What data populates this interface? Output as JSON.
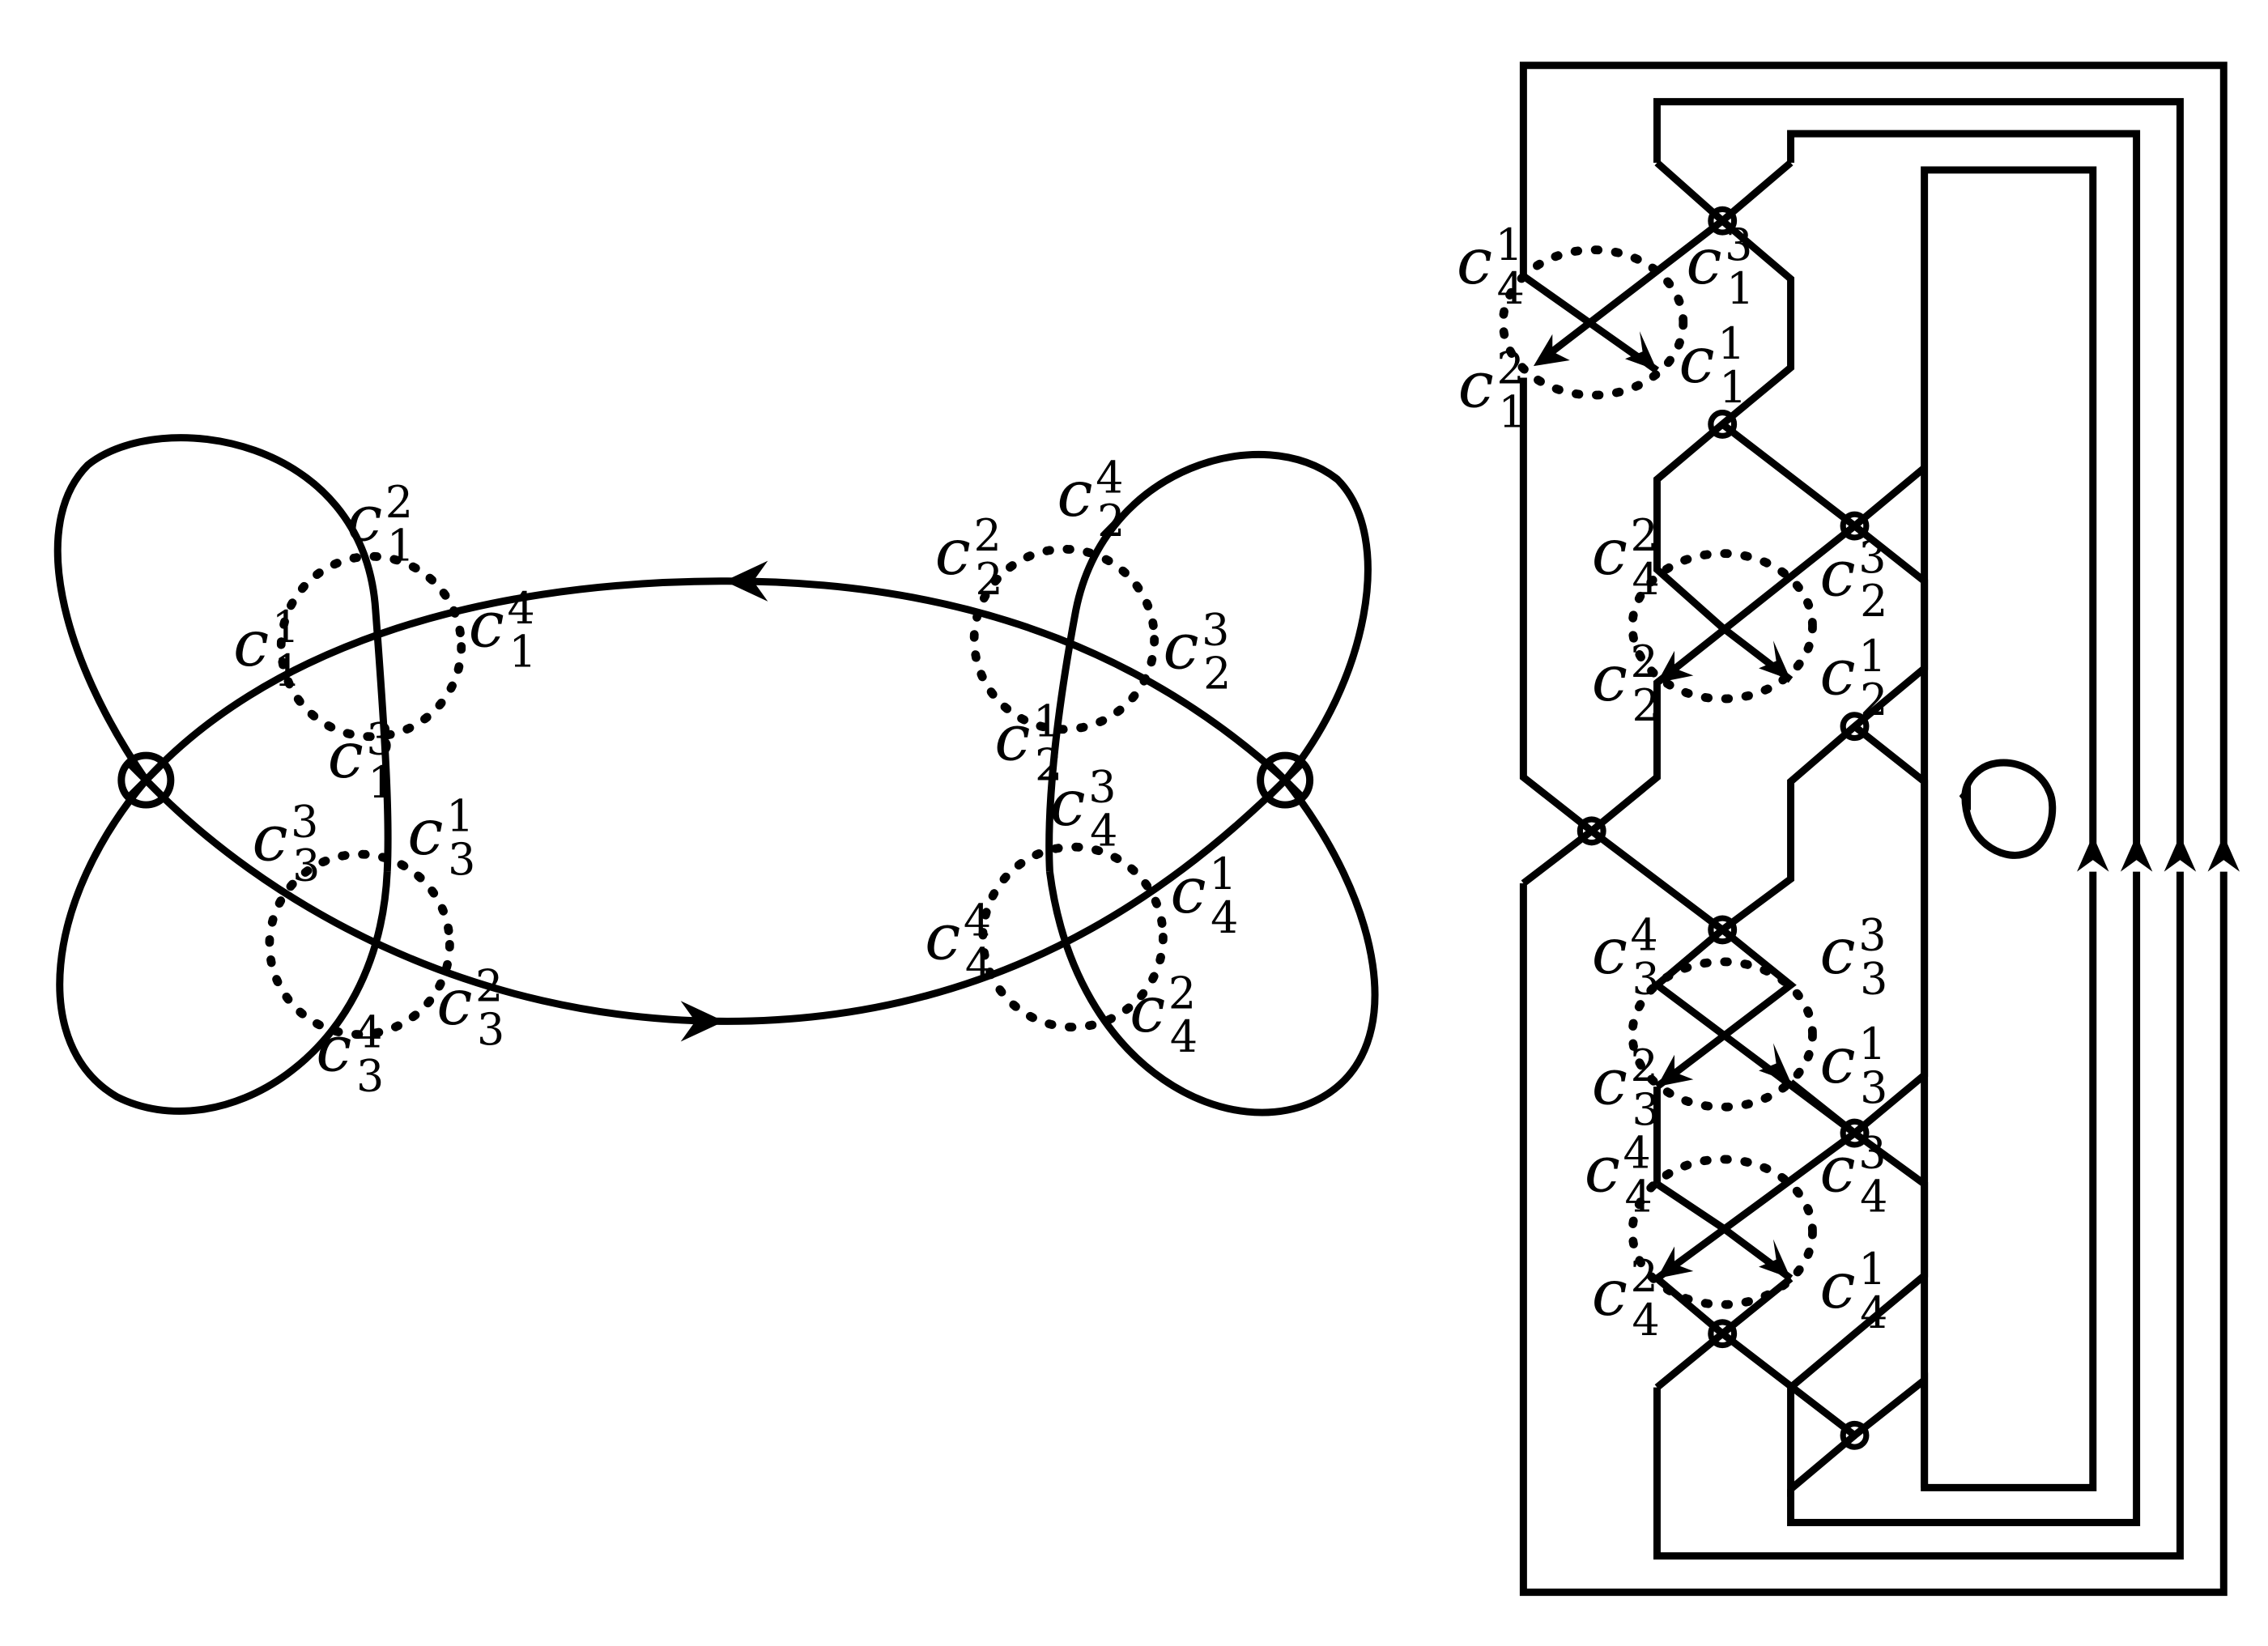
{
  "left_diagram": {
    "labels": [
      {
        "base": "c",
        "sub": "1",
        "sup": "2"
      },
      {
        "base": "c",
        "sub": "1",
        "sup": "1"
      },
      {
        "base": "c",
        "sub": "1",
        "sup": "4"
      },
      {
        "base": "c",
        "sub": "1",
        "sup": "3"
      },
      {
        "base": "c",
        "sub": "3",
        "sup": "3"
      },
      {
        "base": "c",
        "sub": "3",
        "sup": "1"
      },
      {
        "base": "c",
        "sub": "3",
        "sup": "2"
      },
      {
        "base": "c",
        "sub": "3",
        "sup": "4"
      },
      {
        "base": "c",
        "sub": "2",
        "sup": "4"
      },
      {
        "base": "c",
        "sub": "2",
        "sup": "2"
      },
      {
        "base": "c",
        "sub": "2",
        "sup": "3"
      },
      {
        "base": "c",
        "sub": "2",
        "sup": "1"
      },
      {
        "base": "c",
        "sub": "4",
        "sup": "3"
      },
      {
        "base": "c",
        "sub": "4",
        "sup": "1"
      },
      {
        "base": "c",
        "sub": "4",
        "sup": "4"
      },
      {
        "base": "c",
        "sub": "4",
        "sup": "2"
      }
    ]
  },
  "right_diagram": {
    "labels": [
      {
        "base": "c",
        "sub": "4",
        "sup": "1"
      },
      {
        "base": "c",
        "sub": "1",
        "sup": "3"
      },
      {
        "base": "c",
        "sub": "1",
        "sup": "1"
      },
      {
        "base": "c",
        "sub": "1",
        "sup": "2"
      },
      {
        "base": "c",
        "sub": "4",
        "sup": "2"
      },
      {
        "base": "c",
        "sub": "2",
        "sup": "3"
      },
      {
        "base": "c",
        "sub": "2",
        "sup": "2"
      },
      {
        "base": "c",
        "sub": "2",
        "sup": "1"
      },
      {
        "base": "c",
        "sub": "3",
        "sup": "4"
      },
      {
        "base": "c",
        "sub": "3",
        "sup": "3"
      },
      {
        "base": "c",
        "sub": "3",
        "sup": "2"
      },
      {
        "base": "c",
        "sub": "3",
        "sup": "1"
      },
      {
        "base": "c",
        "sub": "4",
        "sup": "4"
      },
      {
        "base": "c",
        "sub": "4",
        "sup": "3"
      },
      {
        "base": "c",
        "sub": "4",
        "sup": "2"
      },
      {
        "base": "c",
        "sub": "4",
        "sup": "1"
      }
    ]
  }
}
